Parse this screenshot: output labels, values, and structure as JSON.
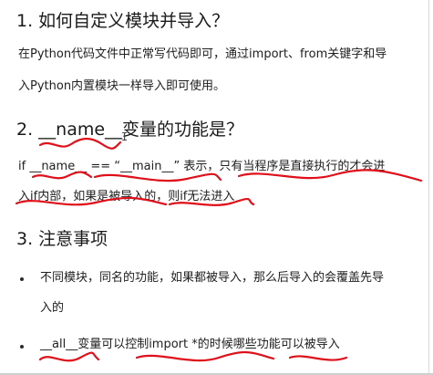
{
  "sections": [
    {
      "heading": "1. 如何自定义模块并导入？",
      "lines": [
        "在Python代码文件中正常写代码即可，通过import、from关键字和导",
        "入Python内置模块一样导入即可使用。"
      ]
    },
    {
      "heading": "2. __name__变量的功能是？",
      "lines": [
        "if __name__ == “__main__” 表示，只有当程序是直接执行的才会进",
        "入if内部，如果是被导入的，则if无法进入"
      ]
    },
    {
      "heading": "3. 注意事项",
      "bullets": [
        {
          "lines": [
            "不同模块，同名的功能，如果都被导入，那么后导入的会覆盖先导",
            "入的"
          ]
        },
        {
          "lines": [
            "__all__变量可以控制import *的时候哪些功能可以被导入"
          ]
        }
      ]
    }
  ],
  "annotation_color": "#e0101a",
  "cursor_glyph": "I"
}
